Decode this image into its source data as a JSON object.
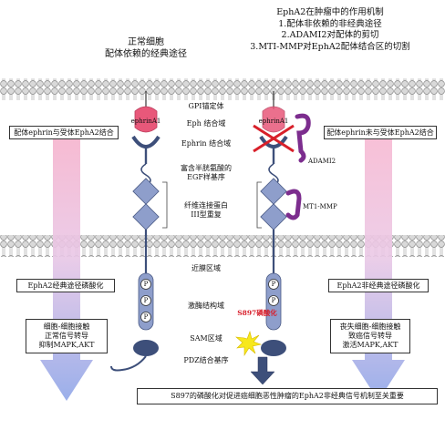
{
  "left_panel": {
    "title_line1": "正常细胞",
    "title_line2": "配体依赖的经典途径"
  },
  "right_panel": {
    "title_line1": "EphA2在肿瘤中的作用机制",
    "title_line2": "1.配体非依赖的非经典途径",
    "title_line3": "2.ADAMI2对配体的剪切",
    "title_line4": "3.MTI-MMP对EphA2配体结合区的切割"
  },
  "center_labels": {
    "gpi": "GPI锚定体",
    "eph_binding": "Eph 结合域",
    "ephrin_binding": "Ephrin 结合域",
    "cys_rich_line1": "富含半胱氨酸的",
    "cys_rich_line2": "EGF样基序",
    "fn3_line1": "纤维连接蛋白",
    "fn3_line2": "III型重复",
    "juxtamembrane": "近膜区域",
    "kinase": "激酶结构域",
    "sam": "SAM区域",
    "pdz": "PDZ结合基序"
  },
  "molecule_labels": {
    "ephrin_left": "ephrinA1",
    "ephrin_right": "ephrinA1",
    "adam12": "ADAMI2",
    "mt1mmp": "MT1-MMP",
    "phospho": "P",
    "s897": "S897磷酸化"
  },
  "boxes": {
    "left_binding": "配体ephrin与受体EphA2结合",
    "right_binding": "配体ephrin未与受体EphA2结合",
    "left_phos": "EphA2经典途径磷酸化",
    "right_phos": "EphA2非经典途径磷酸化",
    "left_outcome_line1": "细胞-细胞接触",
    "left_outcome_line2": "正常信号转导",
    "left_outcome_line3": "抑制MAPK,AKT",
    "right_outcome_line1": "丧失细胞-细胞接触",
    "right_outcome_line2": "致癌信号转导",
    "right_outcome_line3": "激活MAPK,AKT",
    "bottom": "S897的磷酸化对促进癌细胞恶性肿瘤的EphA2非经典信号机制至关重要"
  },
  "colors": {
    "receptor": "#7b93c4",
    "receptor_dark": "#3d4f7a",
    "ephrin": "#e8587a",
    "adam": "#7c2d8e",
    "arrow_left_top": "#f2a8c8",
    "arrow_right_top": "#f5b6d0",
    "arrow_bottom": "#8fa6e8",
    "membrane": "#cfcfcf",
    "cross": "#d8202a",
    "burst": "#f7e81c"
  }
}
